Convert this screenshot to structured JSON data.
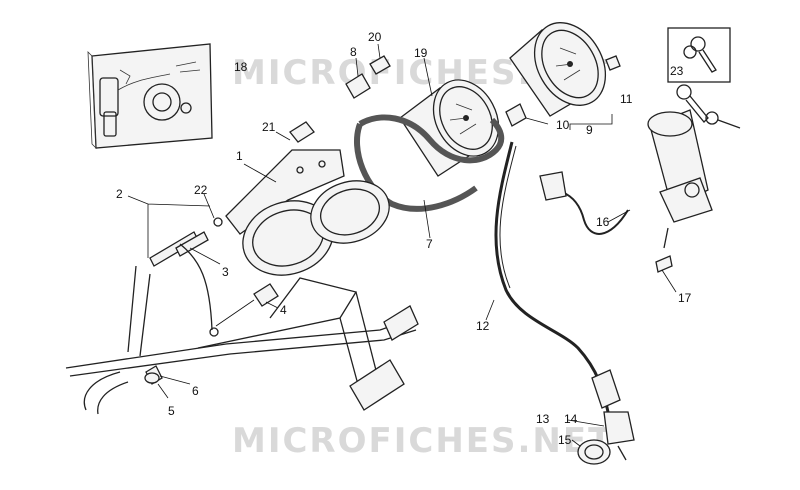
{
  "watermark_text": "MICROFICHES.NET",
  "callouts": {
    "c1": "1",
    "c2": "2",
    "c3": "3",
    "c4": "4",
    "c5": "5",
    "c6": "6",
    "c7": "7",
    "c8": "8",
    "c9": "9",
    "c10": "10",
    "c11": "11",
    "c12": "12",
    "c13": "13",
    "c14": "14",
    "c15": "15",
    "c16": "16",
    "c17": "17",
    "c18": "18",
    "c19": "19",
    "c20": "20",
    "c21": "21",
    "c22": "22",
    "c23": "23"
  }
}
